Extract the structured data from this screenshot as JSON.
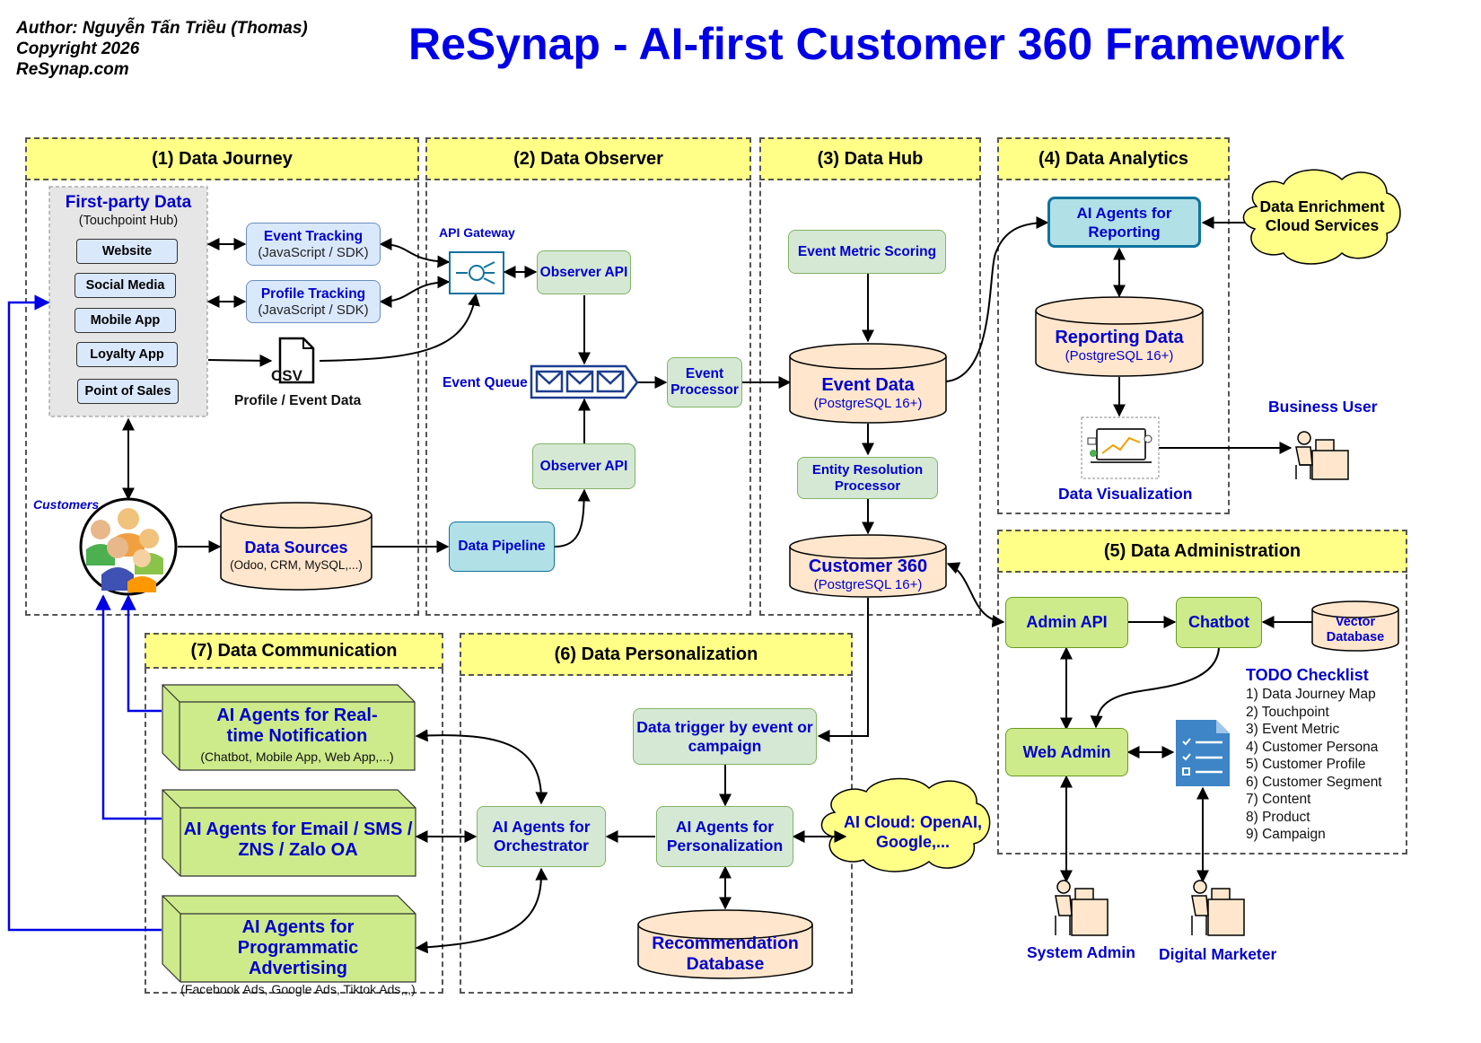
{
  "header": {
    "author": "Author: Nguyễn Tấn Triều (Thomas)",
    "copyright": "Copyright 2026",
    "site": "ReSynap.com",
    "title": "ReSynap - AI-first Customer 360 Framework"
  },
  "sections": {
    "journey": "(1) Data Journey",
    "observer": "(2) Data Observer",
    "hub": "(3) Data Hub",
    "analytics": "(4) Data Analytics",
    "administration": "(5) Data Administration",
    "personalization": "(6) Data Personalization",
    "communication": "(7) Data Communication"
  },
  "first_party": {
    "title": "First-party Data",
    "subtitle": "(Touchpoint Hub)",
    "items": [
      "Website",
      "Social Media",
      "Mobile App",
      "Loyalty App",
      "Point of Sales"
    ]
  },
  "journey": {
    "event_tracking": "Event Tracking",
    "event_tracking_sub": "(JavaScript / SDK)",
    "profile_tracking": "Profile Tracking",
    "profile_tracking_sub": "(JavaScript / SDK)",
    "csv_icon": "CSV",
    "csv_label": "Profile / Event Data",
    "customers": "Customers",
    "data_sources": "Data Sources",
    "data_sources_sub": "(Odoo, CRM, MySQL,...)"
  },
  "observer": {
    "api_gateway": "API Gateway",
    "observer_api_top": "Observer API",
    "event_queue": "Event Queue",
    "event_processor": "Event Processor",
    "observer_api_bottom": "Observer API",
    "data_pipeline": "Data Pipeline"
  },
  "hub": {
    "event_metric_scoring": "Event Metric Scoring",
    "event_data": "Event Data",
    "event_data_sub": "(PostgreSQL 16+)",
    "entity_resolution": "Entity Resolution Processor",
    "customer_360": "Customer 360",
    "customer_360_sub": "(PostgreSQL 16+)"
  },
  "analytics": {
    "ai_agents_reporting": "AI Agents for Reporting",
    "enrichment": "Data Enrichment Cloud Services",
    "reporting_data": "Reporting Data",
    "reporting_data_sub": "(PostgreSQL 16+)",
    "data_visualization": "Data Visualization",
    "business_user": "Business User"
  },
  "administration": {
    "admin_api": "Admin API",
    "chatbot": "Chatbot",
    "vector_db": "Vector Database",
    "web_admin": "Web Admin",
    "todo_title": "TODO Checklist",
    "todo_items": [
      "1) Data Journey Map",
      "2) Touchpoint",
      "3) Event Metric",
      "4) Customer Persona",
      "5) Customer Profile",
      "6) Customer Segment",
      "7) Content",
      "8) Product",
      "9) Campaign"
    ],
    "system_admin": "System Admin",
    "digital_marketer": "Digital Marketer"
  },
  "personalization": {
    "data_trigger": "Data trigger by event or campaign",
    "ai_orchestrator": "AI Agents for Orchestrator",
    "ai_personalization": "AI Agents for Personalization",
    "ai_cloud": "AI Cloud: OpenAI, Google,...",
    "recommendation_db": "Recommendation Database"
  },
  "communication": {
    "notification_title": "AI Agents for Real-time Notification",
    "notification_sub": "(Chatbot, Mobile App, Web App,...)",
    "email_title": "AI Agents for Email / SMS / ZNS / Zalo OA",
    "ads_title": "AI Agents for Programmatic Advertising",
    "ads_sub": "(Facebook Ads, Google Ads, Tiktok Ads,,,)"
  },
  "colors": {
    "title_blue": "#0000e6",
    "section_header": "#ffff88",
    "green_box": "#d5e8d4",
    "lime_box": "#cdeb8b",
    "blue_box": "#dae8fc",
    "cyan_box": "#b1e0e6",
    "cylinder": "#ffe6cc",
    "cloud": "#ffff88"
  },
  "icons": [
    "api-gateway-icon",
    "envelope-icon",
    "csv-file-icon",
    "customers-group-icon",
    "dashboard-icon",
    "person-at-desk-icon",
    "checklist-document-icon"
  ]
}
